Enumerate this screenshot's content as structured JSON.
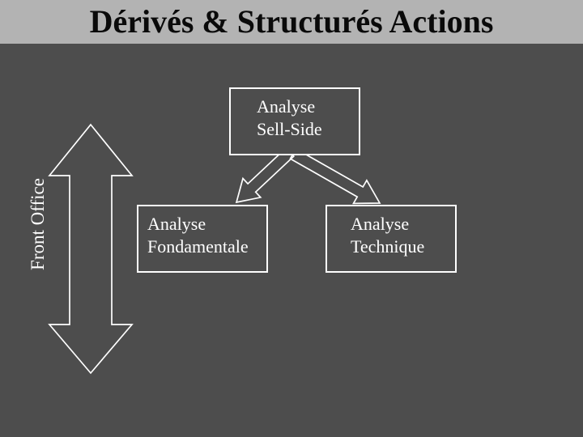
{
  "slide": {
    "title": "Dérivés & Structurés Actions",
    "colors": {
      "background": "#4d4d4d",
      "title_bar_bg": "#b3b3b3",
      "title_text": "#0a0a0a",
      "diagram_lines": "#ffffff"
    },
    "diagram": {
      "top_box": {
        "line1": "Analyse",
        "line2": "Sell-Side"
      },
      "left_box": {
        "line1": "Analyse",
        "line2": "Fondamentale"
      },
      "right_box": {
        "line1": "Analyse",
        "line2": "Technique"
      },
      "side_label": "Front Office",
      "arrows": [
        "double-vertical-arrow-front-office",
        "sellside-to-fondamentale",
        "sellside-to-technique"
      ]
    }
  }
}
